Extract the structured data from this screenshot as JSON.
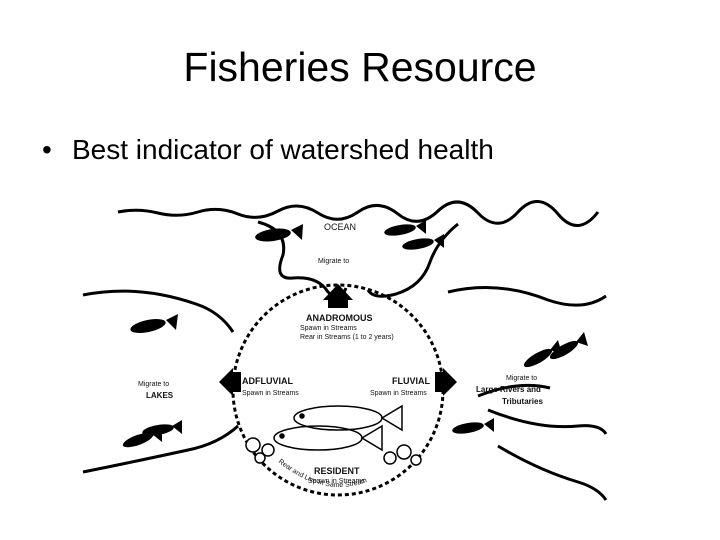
{
  "slide": {
    "title": "Fisheries Resource",
    "bullets": [
      "Best indicator of watershed health"
    ]
  },
  "diagram": {
    "ocean": "OCEAN",
    "migrate_to_ocean": "Migrate to",
    "anadromous": {
      "title": "ANADROMOUS",
      "line1": "Spawn in Streams",
      "line2": "Rear in Streams (1 to 2 years)"
    },
    "adfluvial": {
      "title": "ADFLUVIAL",
      "line1": "Spawn in Streams"
    },
    "fluvial": {
      "title": "FLUVIAL",
      "line1": "Spawn in Streams"
    },
    "migrate_to_lakes": {
      "line1": "Migrate to",
      "line2": "LAKES"
    },
    "migrate_to_rivers": {
      "line1": "Migrate to",
      "line2": "Large Rivers and",
      "line3": "Tributaries"
    },
    "resident": {
      "title": "RESIDENT",
      "line1": "Spawn in Streams",
      "arc": "Rear and Live in Same Stream"
    }
  }
}
